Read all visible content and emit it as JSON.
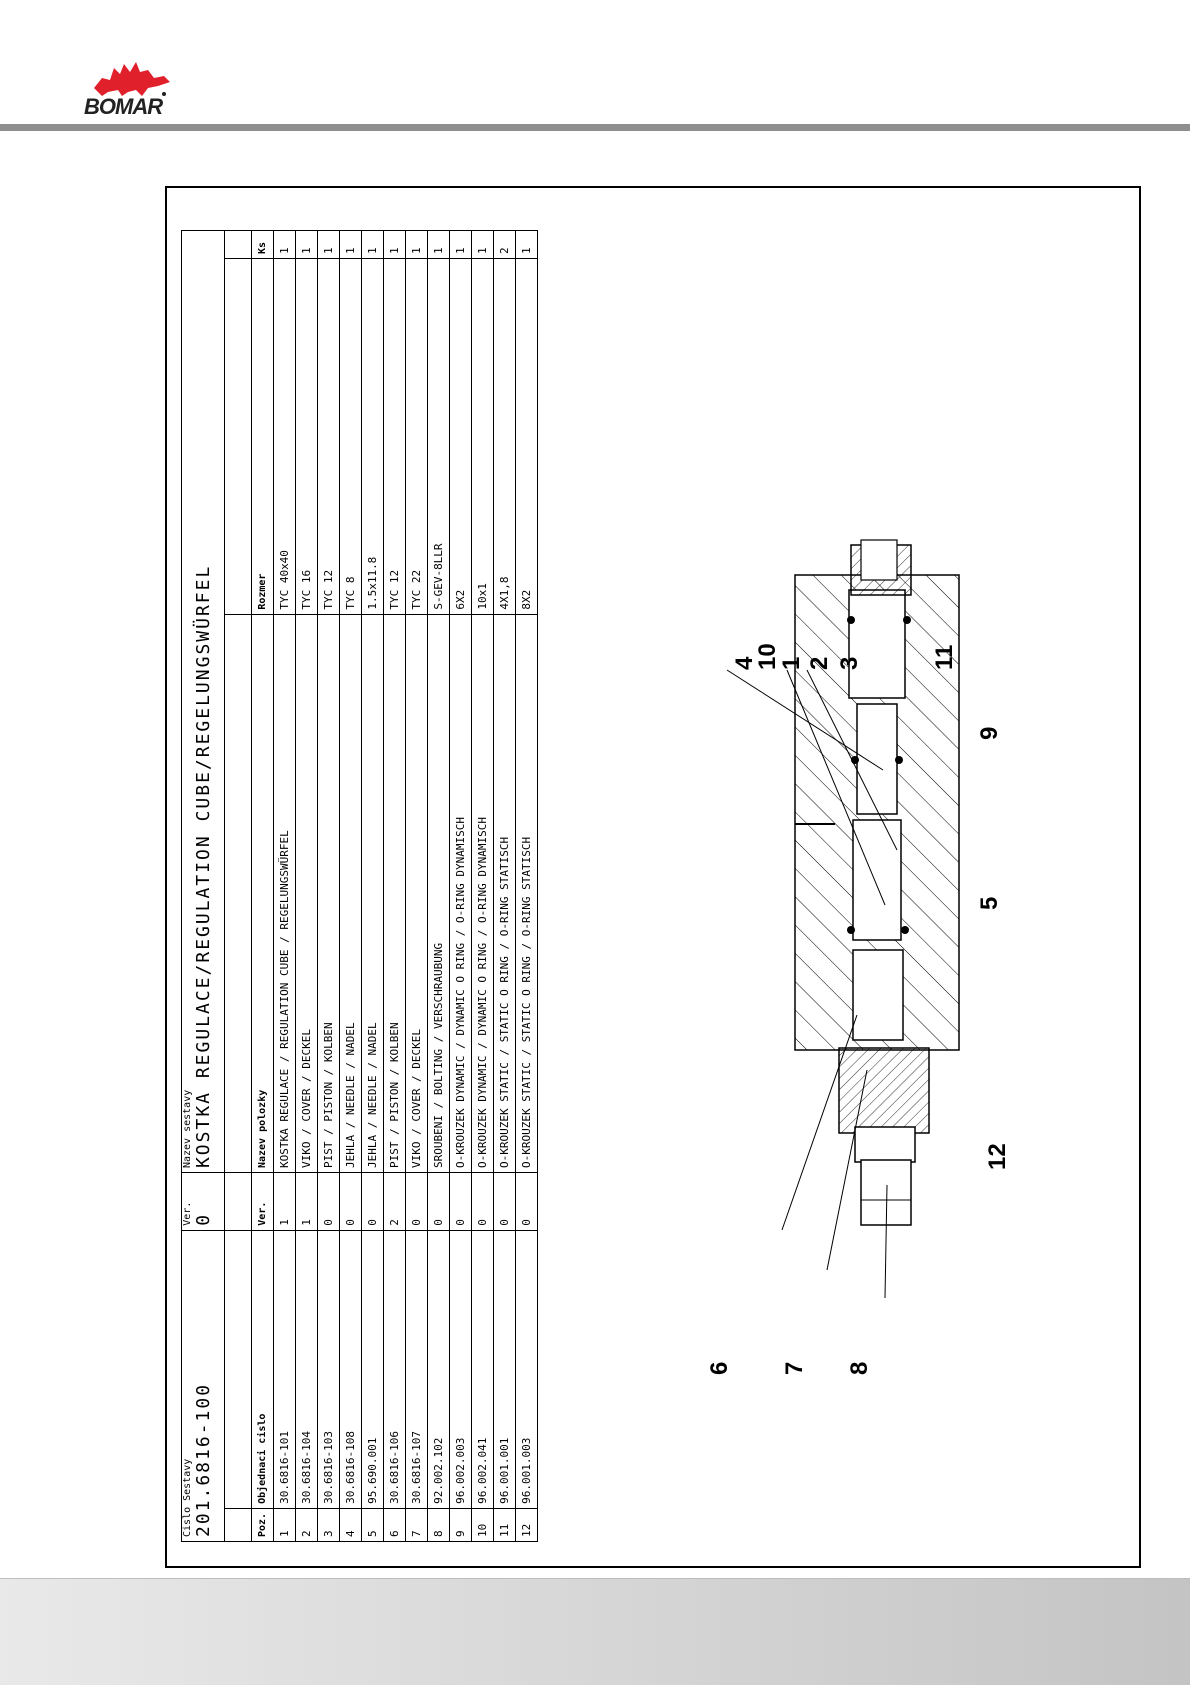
{
  "brand": {
    "logo_text": "BOMAR"
  },
  "title_block": {
    "assembly_number_label": "Cislo Sestavy",
    "assembly_number": "201.6816-100",
    "version_label": "Ver.",
    "version": "0",
    "assembly_name_label": "Nazev sestavy",
    "assembly_name": "KOSTKA REGULACE/REGULATION CUBE/REGELUNGSWÜRFEL"
  },
  "bom": {
    "headers": [
      "Poz.",
      "Objednaci cislo",
      "Ver.",
      "Nazev polozky",
      "Rozmer",
      "Ks"
    ],
    "rows": [
      {
        "poz": "1",
        "obj": "30.6816-101",
        "ver": "1",
        "nazev": "KOSTKA REGULACE / REGULATION CUBE / REGELUNGSWÜRFEL",
        "rozmer": "TYC 40x40",
        "ks": "1"
      },
      {
        "poz": "2",
        "obj": "30.6816-104",
        "ver": "1",
        "nazev": "VIKO / COVER   / DECKEL",
        "rozmer": "TYC 16",
        "ks": "1"
      },
      {
        "poz": "3",
        "obj": "30.6816-103",
        "ver": "0",
        "nazev": "PIST / PISTON / KOLBEN",
        "rozmer": "TYC 12",
        "ks": "1"
      },
      {
        "poz": "4",
        "obj": "30.6816-108",
        "ver": "0",
        "nazev": "JEHLA / NEEDLE / NADEL",
        "rozmer": "TYC 8",
        "ks": "1"
      },
      {
        "poz": "5",
        "obj": "95.690.001",
        "ver": "0",
        "nazev": "JEHLA / NEEDLE / NADEL",
        "rozmer": "1.5x11.8",
        "ks": "1"
      },
      {
        "poz": "6",
        "obj": "30.6816-106",
        "ver": "2",
        "nazev": "PIST / PISTON / KOLBEN",
        "rozmer": "TYC 12",
        "ks": "1"
      },
      {
        "poz": "7",
        "obj": "30.6816-107",
        "ver": "0",
        "nazev": "VIKO / COVER   / DECKEL",
        "rozmer": "TYC 22",
        "ks": "1"
      },
      {
        "poz": "8",
        "obj": "92.002.102",
        "ver": "0",
        "nazev": "SROUBENI / BOLTING / VERSCHRAUBUNG",
        "rozmer": "S-GEV-8LLR",
        "ks": "1"
      },
      {
        "poz": "9",
        "obj": "96.002.003",
        "ver": "0",
        "nazev": "O-KROUZEK DYNAMIC / DYNAMIC O RING / O-RING DYNAMISCH",
        "rozmer": "6X2",
        "ks": "1"
      },
      {
        "poz": "10",
        "obj": "96.002.041",
        "ver": "0",
        "nazev": "O-KROUZEK DYNAMIC / DYNAMIC O RING / O-RING DYNAMISCH",
        "rozmer": "10x1",
        "ks": "1"
      },
      {
        "poz": "11",
        "obj": "96.001.001",
        "ver": "0",
        "nazev": "O-KROUZEK STATIC / STATIC O RING / O-RING STATISCH",
        "rozmer": "4X1,8",
        "ks": "2"
      },
      {
        "poz": "12",
        "obj": "96.001.003",
        "ver": "0",
        "nazev": "O-KROUZEK STATIC / STATIC O RING / O-RING STATISCH",
        "rozmer": "8X2",
        "ks": "1"
      }
    ]
  },
  "balloons": [
    "4",
    "10",
    "1",
    "2",
    "3",
    "11",
    "9",
    "5",
    "6",
    "7",
    "8",
    "12"
  ]
}
